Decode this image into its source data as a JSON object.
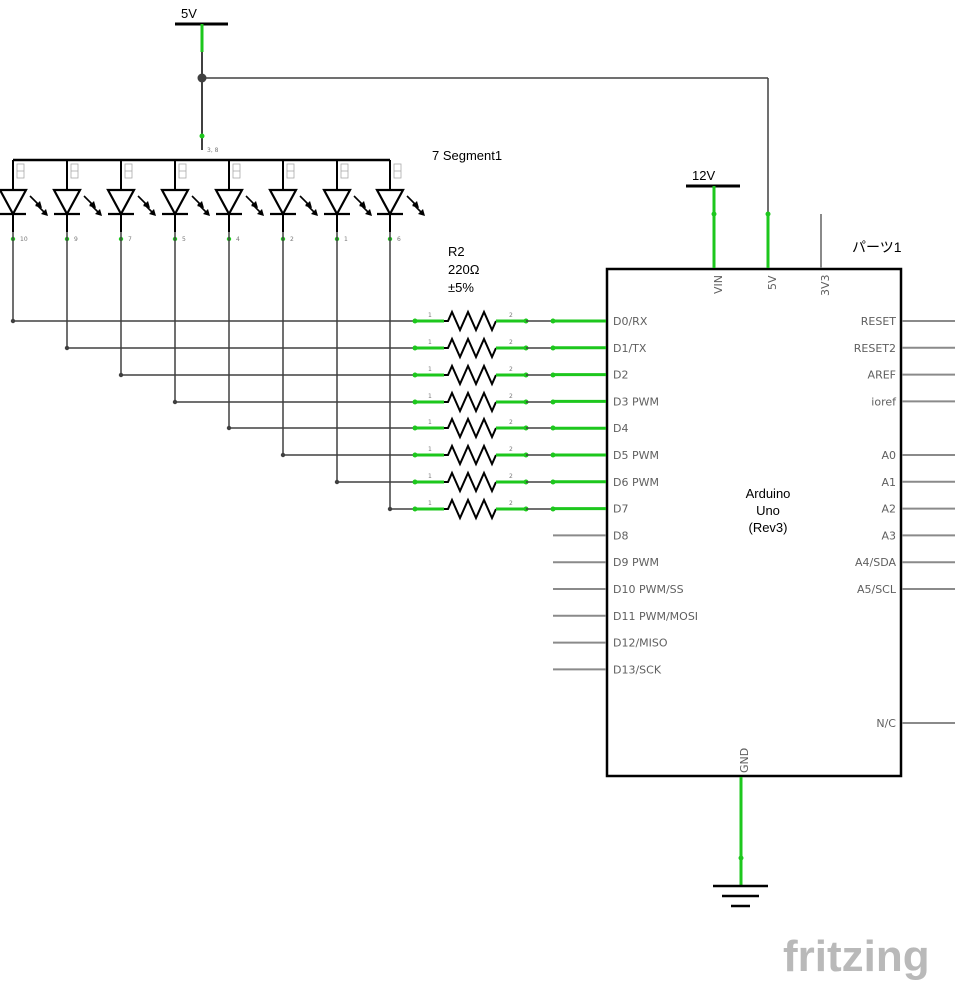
{
  "colors": {
    "wire": "#404040",
    "pin_ok": "#1dc71d",
    "pin_unused": "#8a8a8a",
    "outline": "#000000",
    "label_grey": "#5f5f5f"
  },
  "power": {
    "v5_label": "5V",
    "v12_label": "12V"
  },
  "seven_segment": {
    "title": "7 Segment1",
    "common_pin": "3, 8",
    "led_pins": [
      "10",
      "9",
      "7",
      "5",
      "4",
      "2",
      "1",
      "6"
    ]
  },
  "resistor": {
    "ref": "R2",
    "value": "220Ω",
    "tolerance": "±5%",
    "pin_left": "1",
    "pin_right": "2"
  },
  "arduino": {
    "title_line1": "Arduino",
    "title_line2": "Uno",
    "title_line3": "(Rev3)",
    "part_label": "パーツ1",
    "top_pins": [
      "VIN",
      "5V",
      "3V3"
    ],
    "bottom_pin": "GND",
    "left_pins": [
      "D0/RX",
      "D1/TX",
      "D2",
      "D3 PWM",
      "D4",
      "D5 PWM",
      "D6 PWM",
      "D7",
      "D8",
      "D9 PWM",
      "D10 PWM/SS",
      "D11 PWM/MOSI",
      "D12/MISO",
      "D13/SCK"
    ],
    "right_pins": [
      "RESET",
      "RESET2",
      "AREF",
      "ioref",
      "",
      "A0",
      "A1",
      "A2",
      "A3",
      "A4/SDA",
      "A5/SCL",
      "",
      "",
      "",
      "",
      "N/C"
    ]
  },
  "watermark": "fritzing"
}
